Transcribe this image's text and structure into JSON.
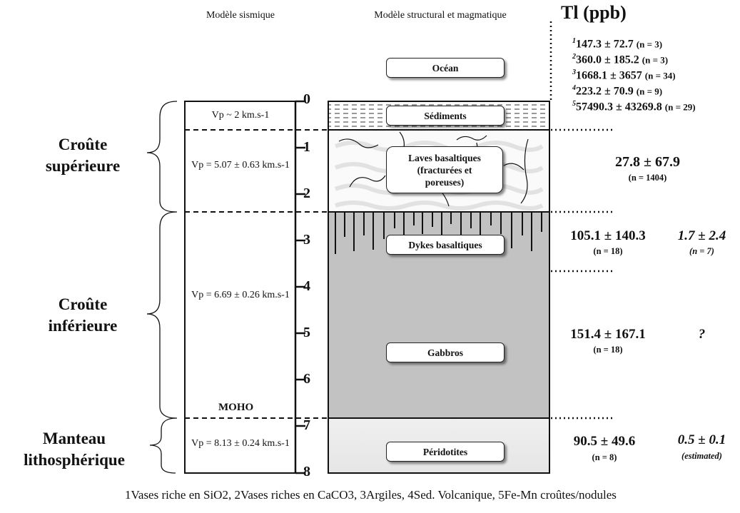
{
  "headers": {
    "seismic": "Modèle sismique",
    "structural": "Modèle structural et magmatique",
    "tl": "Tl (ppb)"
  },
  "crust_labels": {
    "upper_1": "Croûte",
    "upper_2": "supérieure",
    "lower_1": "Croûte",
    "lower_2": "inférieure",
    "mantle_1": "Manteau",
    "mantle_2": "lithosphérique"
  },
  "seismic_model": {
    "layer1": "Vp ~ 2 km.s-1",
    "layer2": "Vp = 5.07 ± 0.63 km.s-1",
    "layer3": "Vp = 6.69 ± 0.26 km.s-1",
    "layer4": "Vp = 8.13 ± 0.24 km.s-1",
    "moho": "MOHO"
  },
  "depth_ticks": [
    "0",
    "1",
    "2",
    "3",
    "4",
    "5",
    "6",
    "7",
    "8"
  ],
  "structure_labels": {
    "ocean": "Océan",
    "sediments": "Sédiments",
    "laves": "Laves basaltiques (fracturées et poreuses)",
    "dykes": "Dykes basaltiques",
    "gabbros": "Gabbros",
    "peridotites": "Péridotites"
  },
  "sediment_values": [
    {
      "sup": "1",
      "value": "147.3 ± 72.7",
      "n": "(n = 3)"
    },
    {
      "sup": "2",
      "value": "360.0 ± 185.2",
      "n": "(n = 3)"
    },
    {
      "sup": "3",
      "value": "1668.1 ± 3657",
      "n": "(n = 34)"
    },
    {
      "sup": "4",
      "value": "223.2 ± 70.9",
      "n": "(n = 9)"
    },
    {
      "sup": "5",
      "value": "57490.3 ± 43269.8",
      "n": "(n = 29)"
    }
  ],
  "tl_values": {
    "laves": {
      "value": "27.8 ± 67.9",
      "n": "(n = 1404)"
    },
    "dykes": {
      "value": "105.1 ± 140.3",
      "n": "(n = 18)",
      "value2": "1.7 ± 2.4",
      "n2": "(n = 7)"
    },
    "gabbros": {
      "value": "151.4 ± 167.1",
      "n": "(n = 18)",
      "value2": "?"
    },
    "peridotites": {
      "value": "90.5 ± 49.6",
      "n": "(n = 8)",
      "value2": "0.5 ± 0.1",
      "n2": "(estimated)"
    }
  },
  "footnote": "1Vases riche en SiO2, 2Vases riches en CaCO3, 3Argiles, 4Sed. Volcanique, 5Fe-Mn croûtes/nodules"
}
